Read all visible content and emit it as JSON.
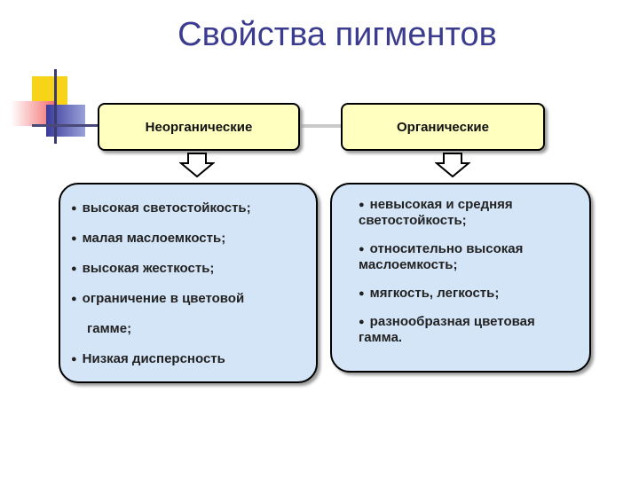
{
  "title": "Свойства пигментов",
  "colors": {
    "title": "#3b3b8f",
    "header_fill": "#ffffc0",
    "list_fill": "#d4e5f7"
  },
  "left": {
    "header": "Неорганические",
    "items": [
      "высокая светостойкость;",
      "малая маслоемкость;",
      "высокая жесткость;",
      "ограничение в цветовой",
      "гамме;",
      "Низкая дисперсность"
    ]
  },
  "right": {
    "header": "Органические",
    "items": [
      "невысокая и средняя",
      "светостойкость;",
      "относительно высокая",
      "маслоемкость;",
      "мягкость, легкость;",
      "разнообразная цветовая",
      "гамма."
    ]
  }
}
